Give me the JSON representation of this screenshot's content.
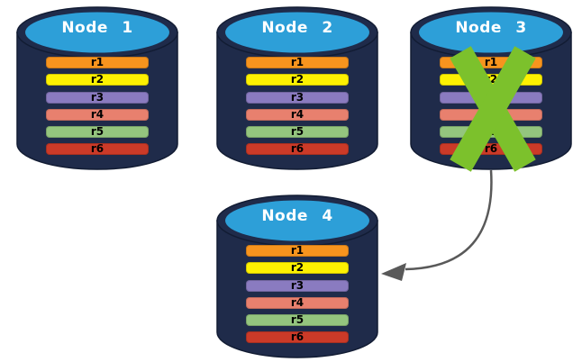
{
  "diagram": {
    "nodes": [
      {
        "title": "Node 1",
        "failed": false
      },
      {
        "title": "Node 2",
        "failed": false
      },
      {
        "title": "Node 3",
        "failed": true
      },
      {
        "title": "Node 4",
        "failed": false
      }
    ],
    "rows": [
      {
        "label": "r1",
        "color": "#F7941E"
      },
      {
        "label": "r2",
        "color": "#FDF101"
      },
      {
        "label": "r3",
        "color": "#8A7BC0"
      },
      {
        "label": "r4",
        "color": "#E8806E"
      },
      {
        "label": "r5",
        "color": "#94C57E"
      },
      {
        "label": "r6",
        "color": "#CB3A28"
      }
    ],
    "arrow": {
      "from": "Node 3",
      "to": "Node 4"
    },
    "colors": {
      "background": "#FFFFFF",
      "cylinder_body": "#1F2B4A",
      "cylinder_outline": "#121C33",
      "cylinder_top": "#2D9FD8",
      "node_title_text": "#FFFFFF",
      "bar_text": "#000000",
      "failure_x": "#7CC12C",
      "arrow": "#595959"
    }
  }
}
